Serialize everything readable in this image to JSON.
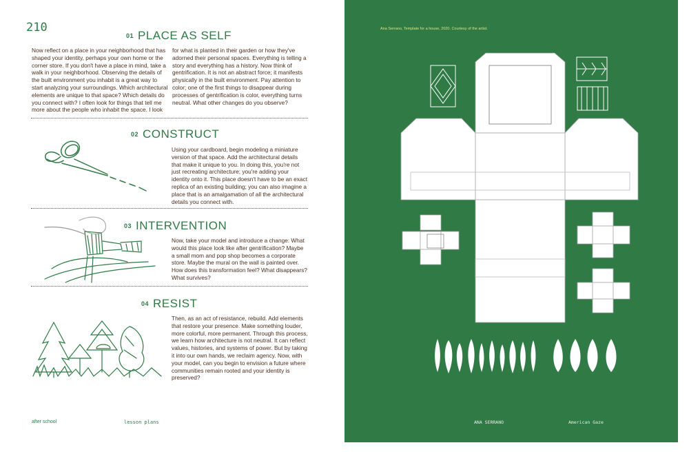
{
  "page_number": "210",
  "sections": [
    {
      "num": "01",
      "title": "PLACE AS SELF",
      "col1": "Now reflect on a place in your neighborhood that has shaped your identity, perhaps your own home or the corner store. If you don't have a place in mind, take a walk in your neighborhood. Observing the details of the built environment you inhabit is a great way to start analyzing your surroundings. Which architectural elements are unique to that space? Which details do you connect with? I often look for things that tell me more about the people who inhabit the space. I look",
      "col2": "for what is planted in their garden or how they've adorned their personal spaces. Everything is telling a story and everything has a history. Now think of gentrification. It is not an abstract force; it manifests physically in the built environment. Pay attention to color; one of the first things to disappear during processes of gentrification is color, everything turns neutral. What other changes do you observe?"
    },
    {
      "num": "02",
      "title": "CONSTRUCT",
      "text": "Using your cardboard, begin modeling a miniature version of that space. Add the architectural details that make it unique to you. In doing this, you're not just recreating architecture; you're adding your identity onto it. This place doesn't have to be an exact replica of an existing building; you can also imagine a place that is an amalgamation of all the architectural details you connect with."
    },
    {
      "num": "03",
      "title": "INTERVENTION",
      "text": "Now, take your model and introduce a change: What would this place look like after gentrification? Maybe a small mom and pop shop becomes a corporate store. Maybe the mural on the wall is painted over. How does this transformation feel? What disappears? What survives?"
    },
    {
      "num": "04",
      "title": "RESIST",
      "text": "Then, as an act of resistance, rebuild. Add elements that restore your presence. Make something louder, more colorful, more permanent. Through this process, we learn how architecture is not neutral. It can reflect values, histories, and systems of power. But by taking it into our own hands, we reclaim agency. Now, with your model, can you begin to envision a future where communities remain rooted and your identity is preserved?"
    }
  ],
  "footer_left": {
    "a": "after school",
    "b": "lesson plans"
  },
  "credit": "Ana Serrano, Template for a house, 2020. Courtesy of the artist.",
  "footer_right": {
    "a": "ANA SERRANO",
    "b": "American Gaze"
  },
  "colors": {
    "green": "#2f7a45",
    "text": "#4a2e1e",
    "credit": "#d9e68a"
  },
  "icons": [
    "scissors-sketch-icon",
    "paintbrush-sketch-icon",
    "trees-sketch-icon",
    "house-template-icon"
  ]
}
